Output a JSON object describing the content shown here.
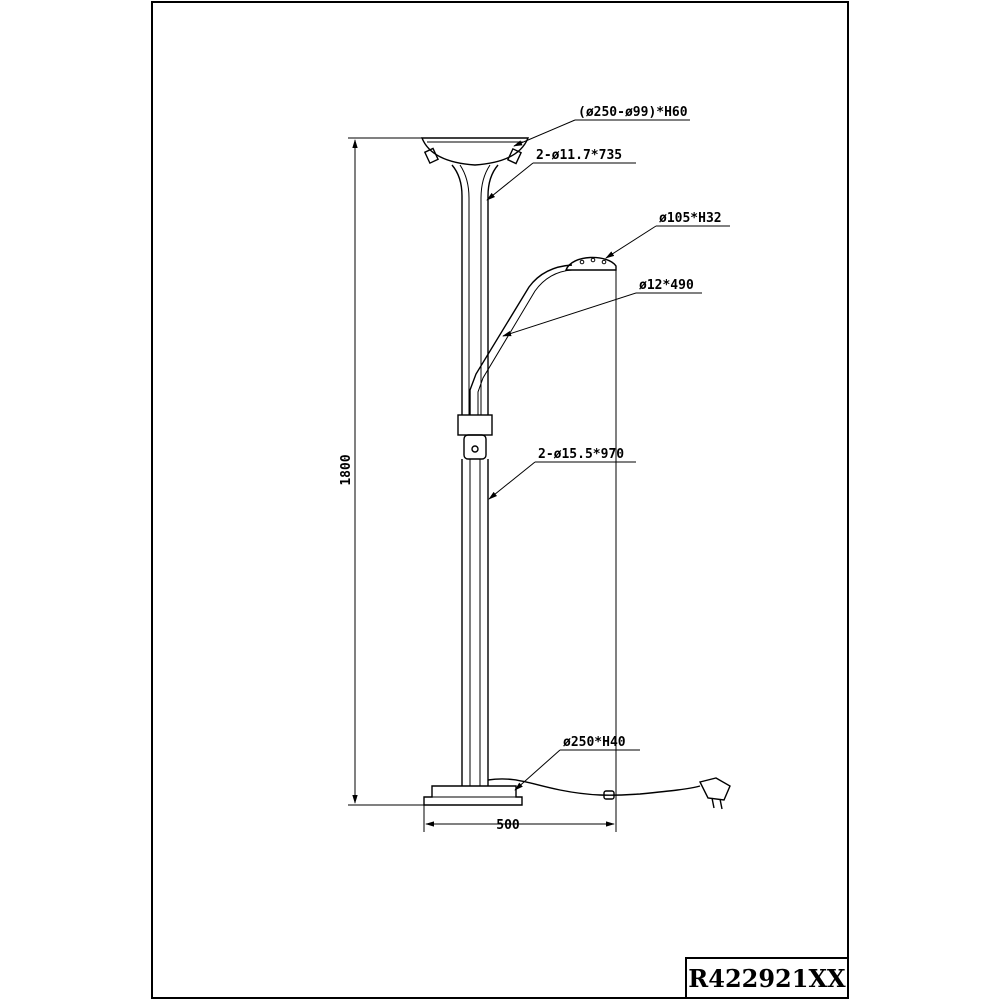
{
  "drawing": {
    "product_code": "R422921XX",
    "dimensions": {
      "total_height": "1800",
      "base_width": "500"
    },
    "callouts": {
      "uplight_shade": "(ø250-ø99)*H60",
      "upper_tubes": "2-ø11.7*735",
      "reading_head": "ø105*H32",
      "reading_arm": "ø12*490",
      "lower_tubes": "2-ø15.5*970",
      "base": "ø250*H40"
    }
  }
}
